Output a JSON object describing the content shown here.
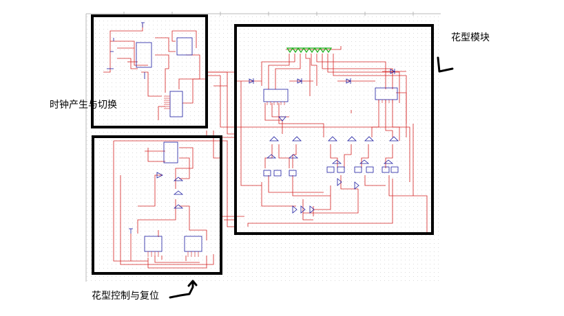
{
  "annotations": {
    "clock_section": "时钟产生与切换",
    "pattern_module": "花型模块",
    "pattern_control": "花型控制与复位"
  },
  "colors": {
    "wire": "#d42020",
    "component": "#1a1aa0",
    "led": "#19b01a",
    "frame": "#000000",
    "grid": "#e2e2e2",
    "sheet_edge": "#b8b8b8"
  }
}
